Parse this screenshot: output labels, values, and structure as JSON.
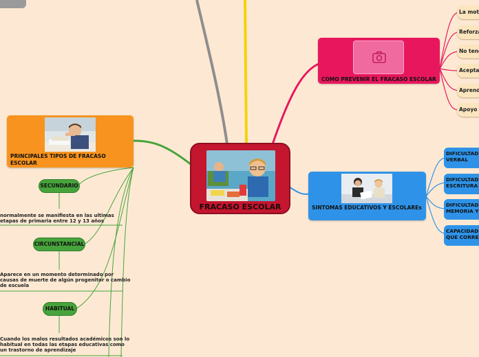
{
  "central": {
    "title": "FRACASO ESCOLAR",
    "photo_icon": "child-reading-photo"
  },
  "prevent": {
    "label": "COMO PREVENIR EL FRACASO ESCOLAR",
    "icon": "camera-icon",
    "items": [
      "La motiv",
      "Reforza",
      "No tene",
      "Aceptar",
      "Aprende",
      "Apoyo E"
    ]
  },
  "tipos": {
    "label": "PRINCIPALES TIPOS DE FRACASO ESCOLAR",
    "photo_icon": "tired-student-photo",
    "subs": [
      {
        "name": "SECUNDARIO",
        "desc": [
          "normalmente se manifiesta en las ultimas",
          "etapas de primaria entre 12 y 13 años"
        ]
      },
      {
        "name": "CIRCUNSTANCIAL",
        "desc": [
          "Aparece en un momento determinado por",
          "causas de muerte de algún progenitor o cambio",
          "de escuela"
        ]
      },
      {
        "name": "HABITUAL",
        "desc": [
          "Cuando los malos resultados académicos son lo",
          "habitual en todas las etapas educativas como",
          "un trastorno de aprendizaje"
        ]
      }
    ]
  },
  "sintomas": {
    "label": "SINTOMAS EDUCATIVOS Y ESCOLAREs",
    "photo_icon": "teacher-student-photo",
    "items": [
      [
        "DIFICULTAD",
        "VERBAL"
      ],
      [
        "DIFICULTAD",
        "ESCRITURA"
      ],
      [
        "DIFICULTAD",
        "MEMORIA Y"
      ],
      [
        "CAPACIDAD",
        "QUE CORRES"
      ]
    ]
  },
  "colors": {
    "background": "#fde9d3",
    "central": "#c4162f",
    "prevent": "#e8175d",
    "tipos": "#f7931e",
    "sintomas": "#2e93e8",
    "subtopic": "#47a33b",
    "leaf": "#fbe5bd"
  }
}
